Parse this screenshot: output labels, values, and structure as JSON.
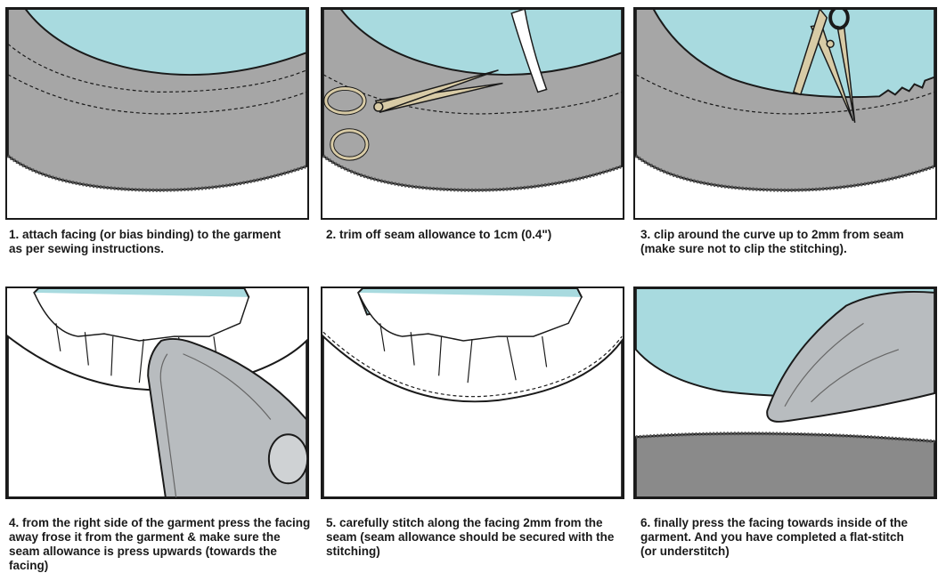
{
  "colors": {
    "fabric_grey": "#a6a6a6",
    "fabric_dark": "#8a8a8a",
    "lining_blue": "#a8dadf",
    "iron_grey": "#b8bcbf",
    "scissors_gold": "#d8cba6",
    "outline": "#1a1a1a"
  },
  "steps": [
    {
      "caption": "1. attach facing (or bias binding) to the garment\nas per sewing instructions."
    },
    {
      "caption": "2. trim off seam allowance to 1cm (0.4\")"
    },
    {
      "caption": "3. clip around the curve up to 2mm from seam\n(make sure not to clip the stitching)."
    },
    {
      "caption": "4. from the right side of the garment press the facing\naway frose it from the garment & make sure the\nseam allowance is press upwards (towards the facing)"
    },
    {
      "caption": "5. carefully stitch along the facing 2mm from the\nseam (seam allowance should be secured with the\nstitching)"
    },
    {
      "caption": "6. finally press the facing towards inside of the\ngarment. And you have completed a flat-stitch\n(or understitch)"
    }
  ]
}
